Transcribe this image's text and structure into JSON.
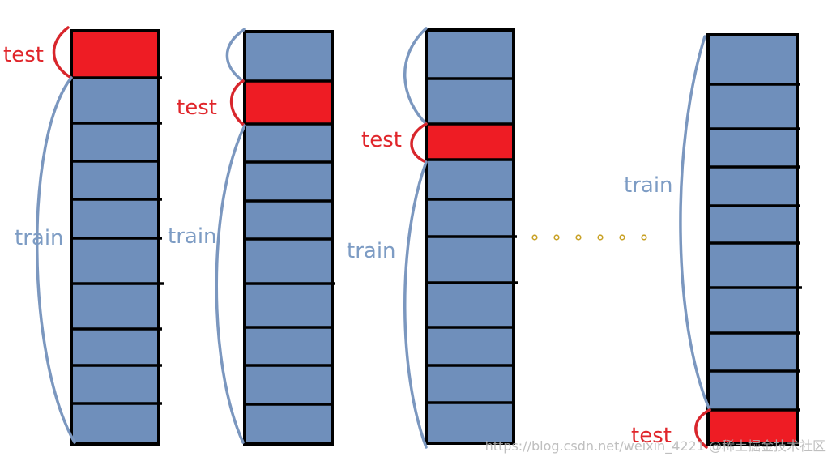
{
  "labels": {
    "test": "test",
    "train": "train"
  },
  "colors": {
    "test_fill": "#ee1c24",
    "train_fill": "#6f8fbb",
    "test_text": "#e0262b",
    "train_text": "#7d9cc4",
    "test_brace": "#d8262c",
    "train_brace": "#7b97bf",
    "border": "#000000",
    "dots": "#c9a227"
  },
  "folds": [
    {
      "fold": 1,
      "cells": 10,
      "test_cell": 1
    },
    {
      "fold": 2,
      "cells": 10,
      "test_cell": 2
    },
    {
      "fold": 3,
      "cells": 10,
      "test_cell": 3
    },
    {
      "fold": "last",
      "cells": 10,
      "test_cell": 10
    }
  ],
  "ellipsis_dots": 6,
  "watermark": "https://blog.csdn.net/weixin_4221  @稀土掘金技术社区"
}
